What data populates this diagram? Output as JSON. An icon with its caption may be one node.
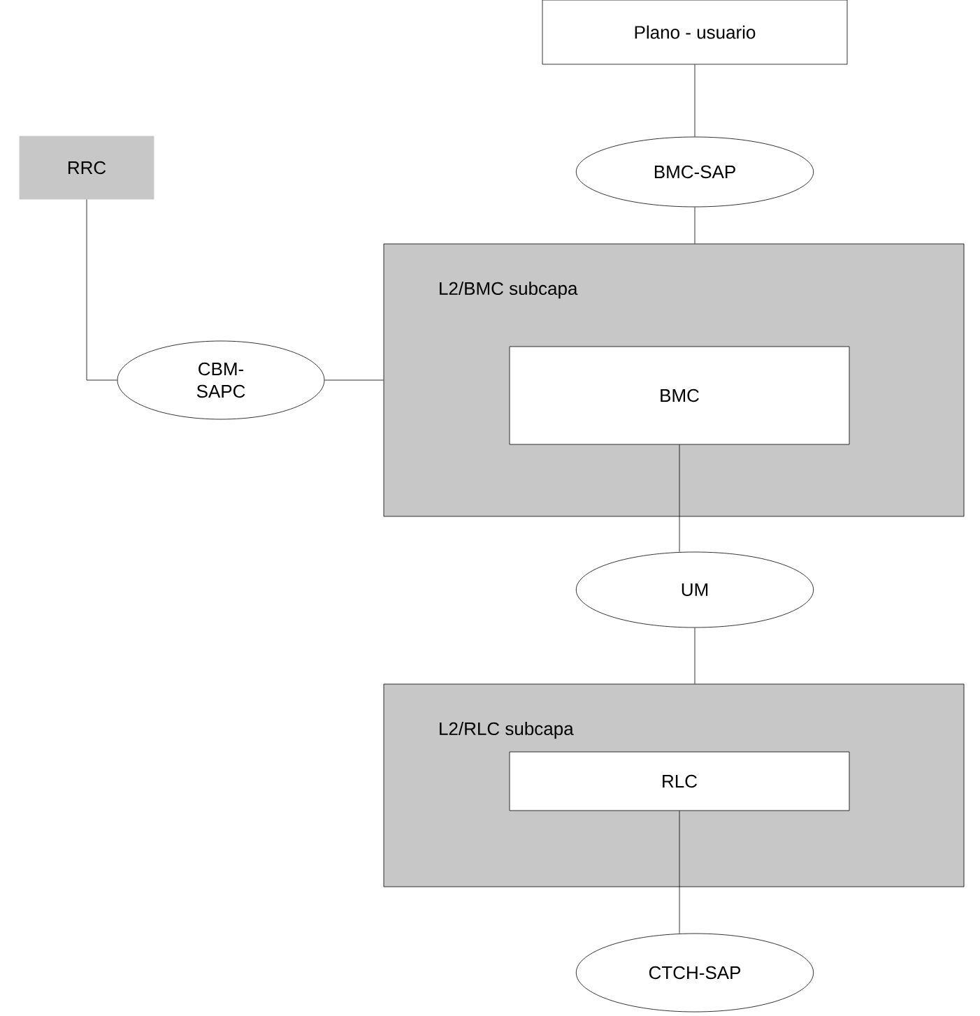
{
  "diagram": {
    "nodes": [
      {
        "text": [
          "Plano - usuario"
        ]
      },
      {
        "text": [
          "BMC-SAP"
        ]
      },
      {
        "text": [
          "RRC"
        ]
      },
      {
        "text": [
          "CBM- SAPC"
        ]
      },
      {
        "text": [
          "L2/BMC subcapa"
        ]
      },
      {
        "text": [
          "BMC"
        ],
        "in": 4
      },
      {
        "text": [
          "UM"
        ]
      },
      {
        "text": [
          "L2/RLC subcapa"
        ]
      },
      {
        "text": [
          "RLC"
        ],
        "in": 7
      },
      {
        "text": [
          "CTCH-SAP"
        ]
      }
    ],
    "edges": [
      {
        "from": 0,
        "to": 1,
        "arrow": "none"
      },
      {
        "from": 1,
        "to": 4,
        "arrow": "none"
      },
      {
        "from": 2,
        "to": 3,
        "arrow": "none"
      },
      {
        "from": 3,
        "to": 4,
        "arrow": "none"
      },
      {
        "from": 5,
        "to": 6,
        "arrow": "none"
      },
      {
        "from": 6,
        "to": 7,
        "arrow": "none"
      },
      {
        "from": 8,
        "to": 9,
        "arrow": "none"
      }
    ]
  }
}
